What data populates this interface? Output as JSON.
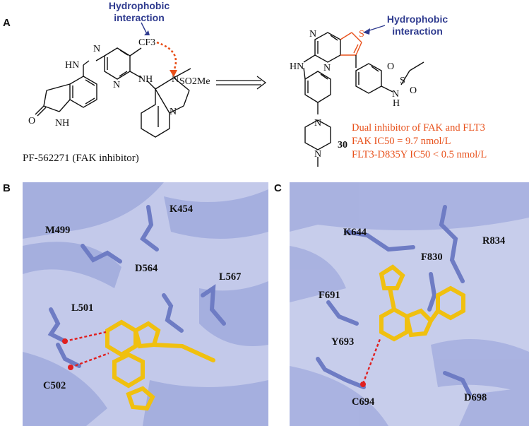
{
  "panel_a": {
    "label": "A",
    "left_annotation": [
      "Hydrophobic",
      "interaction"
    ],
    "right_annotation": [
      "Hydrophobic",
      "interaction"
    ],
    "left_caption": "PF-562271 (FAK inhibitor)",
    "compound_number": "30",
    "activity_lines": [
      "Dual inhibitor of FAK and FLT3",
      "FAK IC50 = 9.7 nmol/L",
      "FLT3-D835Y IC50 < 0.5 nmol/L"
    ],
    "atoms_left": [
      "N",
      "N",
      "CF3",
      "HN",
      "NH",
      "N",
      "SO2Me",
      "N",
      "O",
      "NH"
    ],
    "atoms_right": [
      "N",
      "N",
      "S",
      "HN",
      "N",
      "N",
      "N",
      "H",
      "S",
      "O",
      "O"
    ]
  },
  "panel_b": {
    "label": "B",
    "residues": [
      "K454",
      "M499",
      "D564",
      "L567",
      "L501",
      "C502"
    ]
  },
  "panel_c": {
    "label": "C",
    "residues": [
      "K644",
      "R834",
      "F830",
      "F691",
      "Y693",
      "C694",
      "D698"
    ]
  },
  "colors": {
    "protein": "#8e9bd8",
    "ligand": "#f5c20f",
    "hbond": "#e02020",
    "annotation": "#2f3b8f",
    "highlight": "#e8501a"
  }
}
